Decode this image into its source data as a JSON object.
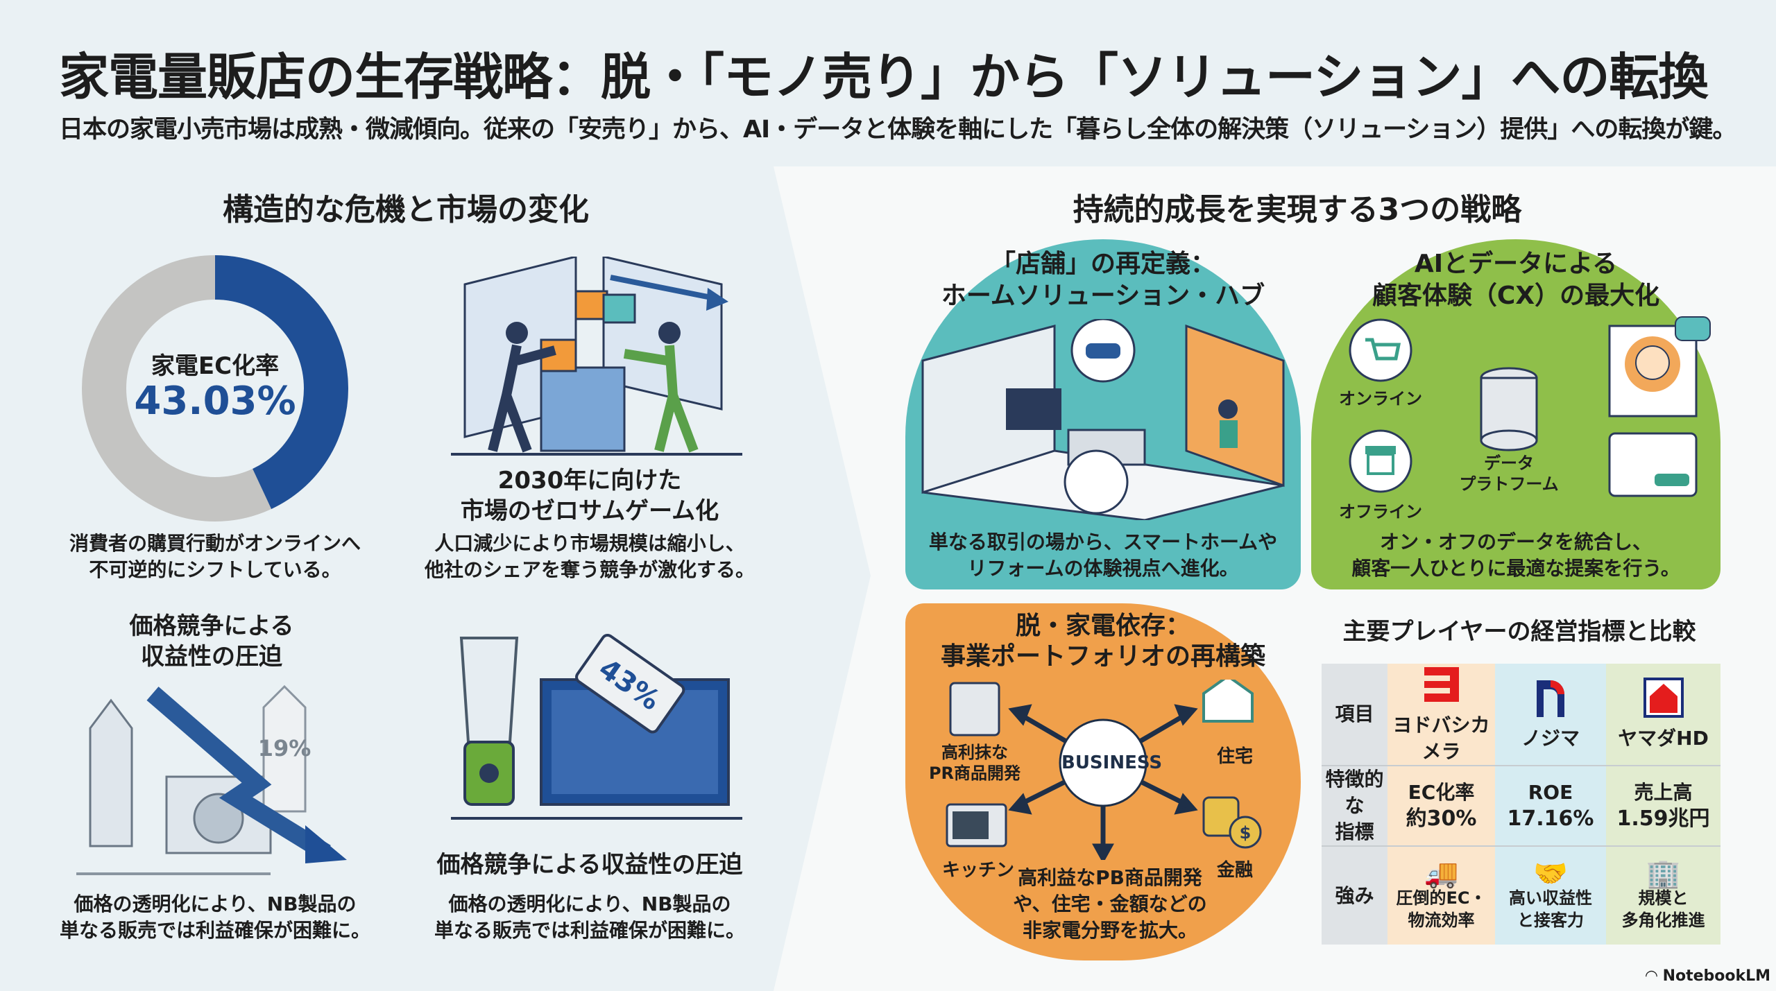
{
  "header": {
    "title": "家電量販店の生存戦略：脱・「モノ売り」から「ソリューション」への転換",
    "subtitle": "日本の家電小売市場は成熟・微減傾向。従来の「安売り」から、AI・データと体験を軸にした「暮らし全体の解決策（ソリューション）提供」への転換が鍵。"
  },
  "left": {
    "heading": "構造的な危機と市場の変化",
    "donut": {
      "label": "家電EC化率",
      "value_text": "43.03%",
      "value": 43.03,
      "caption1": "消費者の購買行動がオンラインへ",
      "caption2": "不可逆的にシフトしている。",
      "colors": {
        "ec": "#1f4f96",
        "other": "#c4c4c2"
      }
    },
    "zero_sum": {
      "title1": "2030年に向けた",
      "title2": "市場のゼロサムゲーム化",
      "body1": "人口減少により市場規模は縮小し、",
      "body2": "他社のシェアを奪う競争が激化する。"
    },
    "price_left": {
      "title1": "価格競争による",
      "title2": "収益性の圧迫",
      "tag": "19%",
      "body1": "価格の透明化により、NB製品の",
      "body2": "単なる販売では利益確保が困難に。"
    },
    "price_right": {
      "tag": "43%",
      "title": "価格競争による収益性の圧迫",
      "body1": "価格の透明化により、NB製品の",
      "body2": "単なる販売では利益確保が困難に。"
    }
  },
  "right": {
    "heading": "持続的成長を実現する3つの戦略",
    "store": {
      "title1": "「店舗」の再定義：",
      "title2": "ホームソリューション・ハブ",
      "body1": "単なる取引の場から、スマートホームや",
      "body2": "リフォームの体験視点へ進化。",
      "color": "#5bbdbd"
    },
    "cx": {
      "title1": "AIとデータによる",
      "title2": "顧客体験（CX）の最大化",
      "online": "オンライン",
      "offline": "オフライン",
      "platform1": "データ",
      "platform2": "プラトフーム",
      "body1": "オン・オフのデータを統合し、",
      "body2": "顧客一人ひとりに最適な提案を行う。",
      "color": "#8fbf4a"
    },
    "portfolio": {
      "title1": "脱・家電依存：",
      "title2": "事業ポートフォリオの再構築",
      "center": "BUSINESS",
      "item_pr1": "高利抹な",
      "item_pr2": "PR商品開発",
      "item_housing": "住宅",
      "item_kitchen": "キッチン",
      "item_finance": "金融",
      "body1": "高利益なPB商品開発",
      "body2": "や、住宅・金額などの",
      "body3": "非家電分野を拡大。",
      "color": "#f0a04b"
    },
    "table": {
      "title": "主要プレイヤーの経営指標と比較",
      "row_labels": [
        "項目",
        "特徴的な\n指標",
        "強み"
      ],
      "row_label_1a": "特徴的な",
      "row_label_1b": "指標",
      "companies": [
        {
          "name": "ヨドバシカメラ",
          "metric1": "EC化率",
          "metric2": "約30%",
          "strength1": "圧倒的EC・",
          "strength2": "物流効率"
        },
        {
          "name": "ノジマ",
          "metric1": "ROE",
          "metric2": "17.16%",
          "strength1": "高い収益性",
          "strength2": "と接客力"
        },
        {
          "name": "ヤマダHD",
          "metric1": "売上高",
          "metric2": "1.59兆円",
          "strength1": "規模と",
          "strength2": "多角化推進"
        }
      ]
    }
  },
  "footer": {
    "brand": "NotebookLM"
  }
}
